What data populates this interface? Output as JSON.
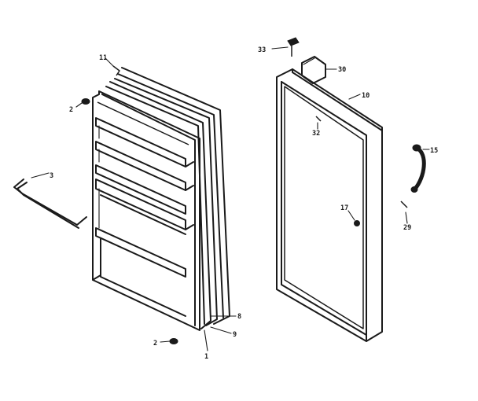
{
  "callouts": {
    "c1": "1",
    "c2a": "2",
    "c2b": "2",
    "c3": "3",
    "c8": "8",
    "c9": "9",
    "c10": "10",
    "c11": "11",
    "c15": "15",
    "c17": "17",
    "c29": "29",
    "c30": "30",
    "c32": "32",
    "c33": "33"
  }
}
